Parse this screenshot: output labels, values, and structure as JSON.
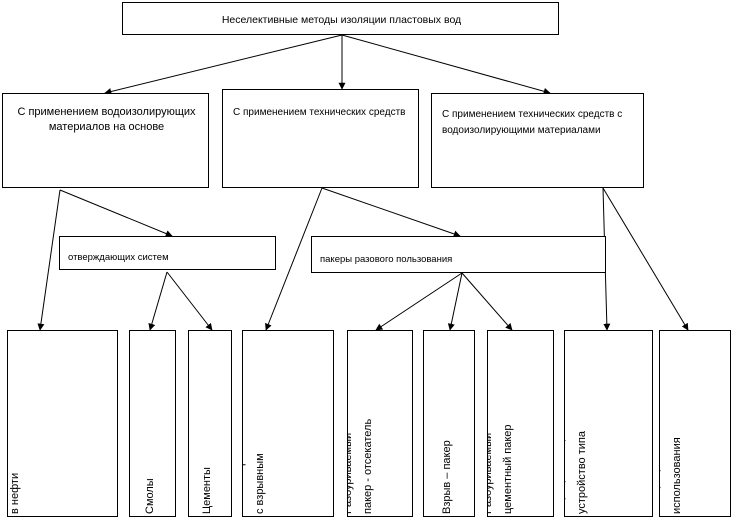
{
  "title": "Неселективные методы изоляции пластовых вод",
  "categories": {
    "materials": "С применением водоизолирующих материалов на основе",
    "technical": "С применением технических средств",
    "combined": "С применением технических средств с водоизолирующими материалами"
  },
  "subgroups": {
    "curing": "отверждающих систем",
    "packers": "пакеры разового пользования"
  },
  "leaves": {
    "inorganic": "Неорганические осадкообразователи, нерастворимые\nв нефти",
    "resins": "Смолы",
    "cements": "Цементы",
    "containers": "Контейнеры\nс взрывным",
    "breakable_packer": "Разбуриваемый\nпакер - отсекатель",
    "explosion_packer": "Взрыв – пакер",
    "cement_packer": "Разбуриваемый\nцементный пакер",
    "overlap_device": "Перекрывающее\nустройство типа",
    "single_use_packers": "Пакеры разового\nиспользования"
  }
}
